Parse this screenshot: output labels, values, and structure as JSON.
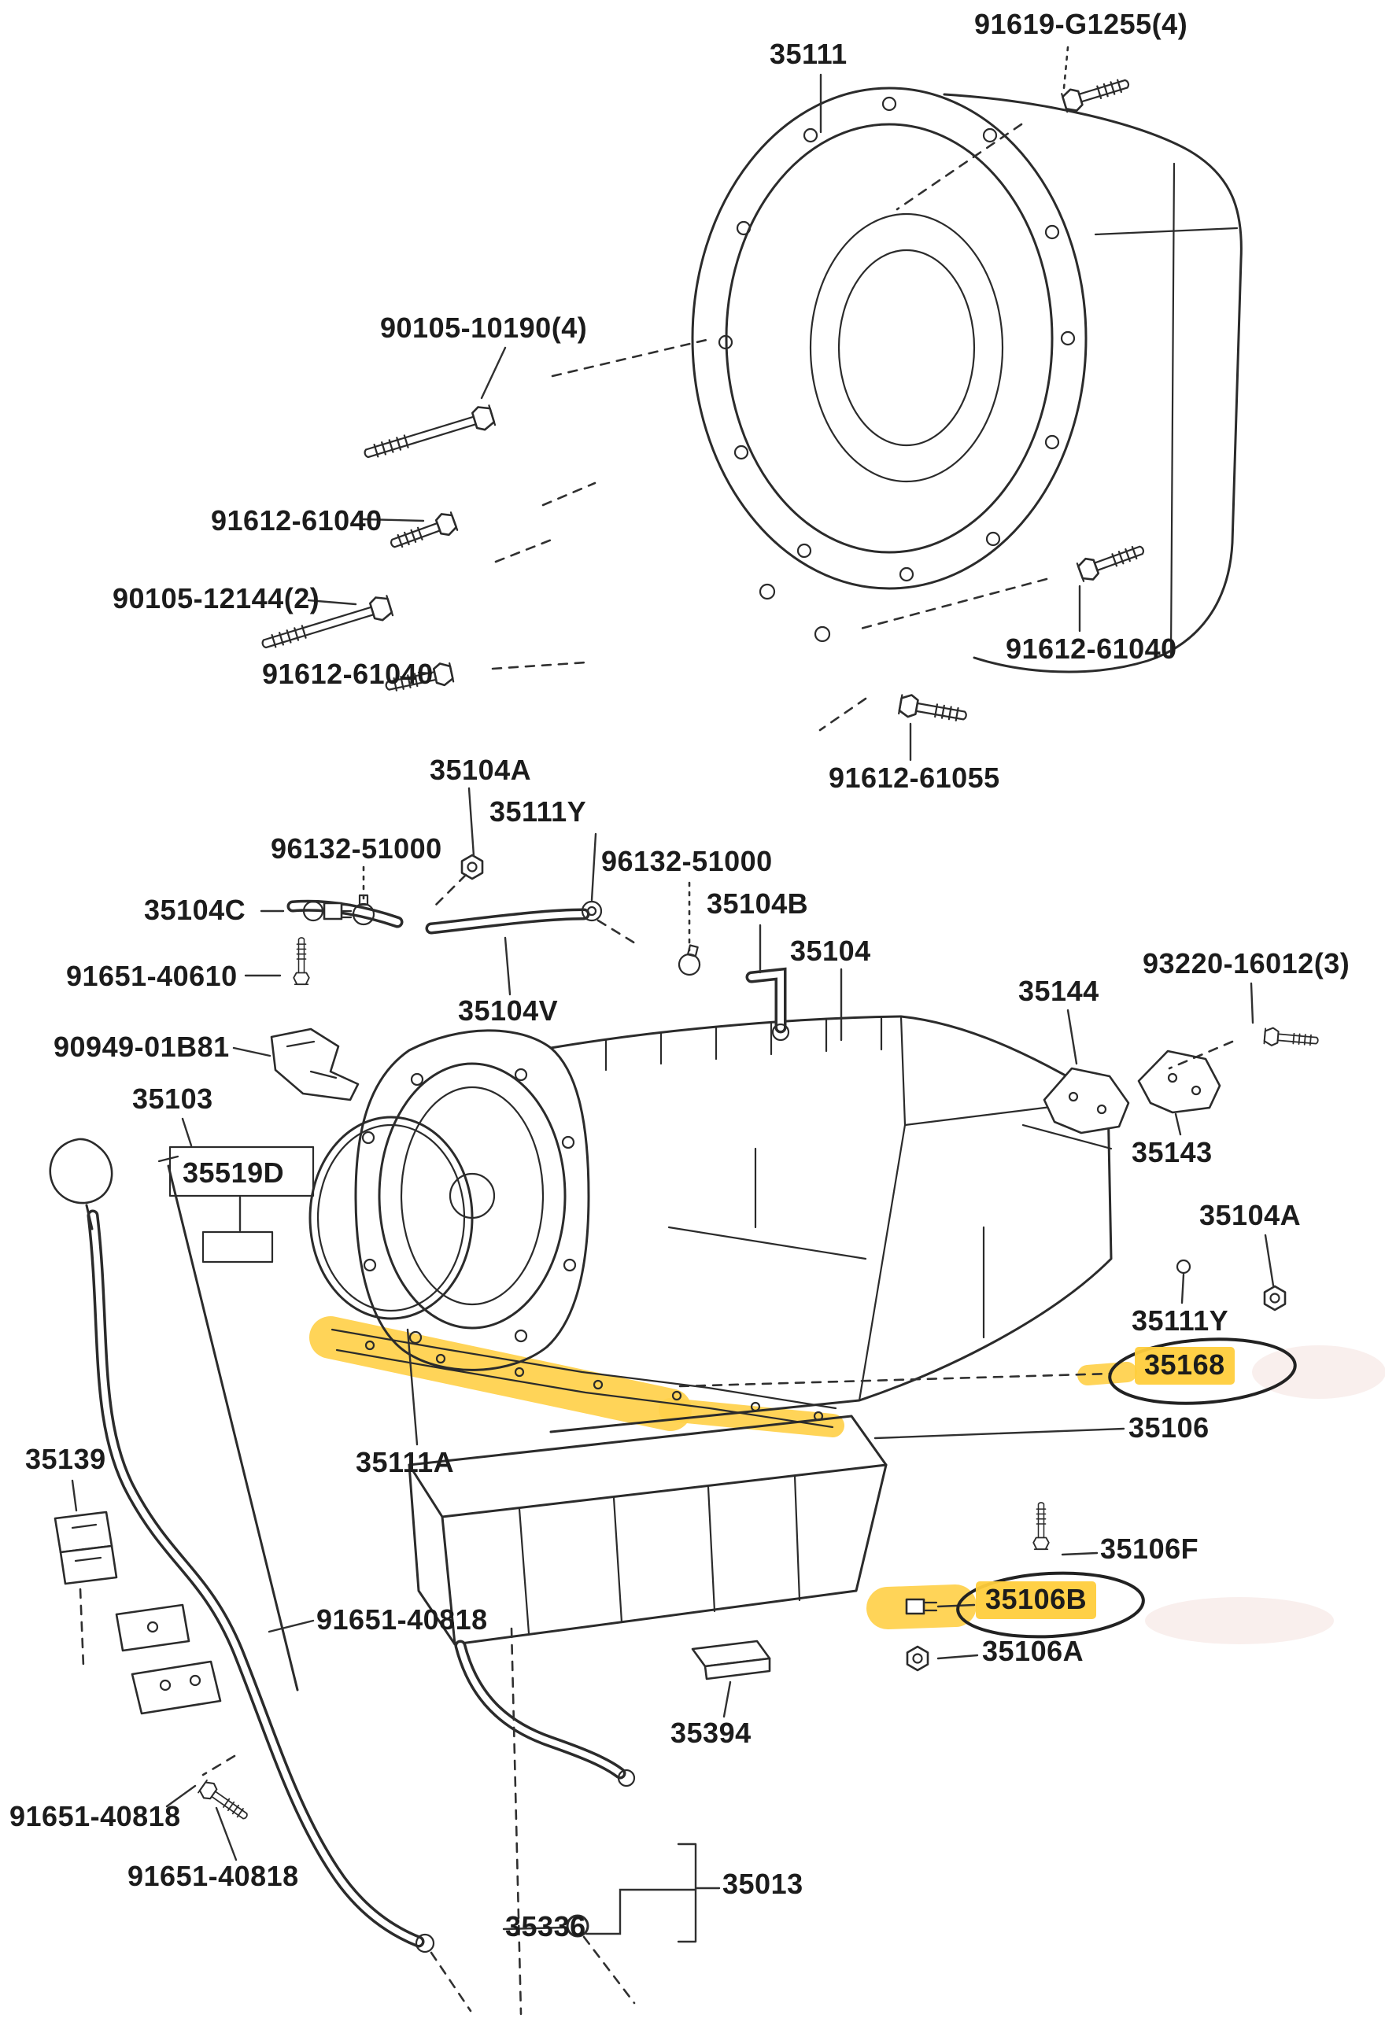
{
  "diagram": {
    "type": "exploded-parts-diagram",
    "subject": "Automatic transmission case, extension housing and oil pan",
    "background_color": "#ffffff",
    "line_color": "#2b2b2b",
    "text_color": "#1c1c1c",
    "highlight_color": "#ffd04a",
    "smudge_color": "#f6e7e3"
  },
  "annotations": {
    "highlighted_parts": [
      "35168",
      "35106B"
    ],
    "circled_parts": [
      "35168",
      "35106B"
    ],
    "highlighted_gasket_band": "along oil-pan flange gasket"
  },
  "labels": [
    {
      "text": "35111",
      "highlight": false
    },
    {
      "text": "91619-G1255(4)",
      "highlight": false
    },
    {
      "text": "90105-10190(4)",
      "highlight": false
    },
    {
      "text": "91612-61040",
      "highlight": false
    },
    {
      "text": "90105-12144(2)",
      "highlight": false
    },
    {
      "text": "91612-61040",
      "highlight": false
    },
    {
      "text": "91612-61040",
      "highlight": false
    },
    {
      "text": "91612-61055",
      "highlight": false
    },
    {
      "text": "35104A",
      "highlight": false
    },
    {
      "text": "35111Y",
      "highlight": false
    },
    {
      "text": "96132-51000",
      "highlight": false
    },
    {
      "text": "35104C",
      "highlight": false
    },
    {
      "text": "96132-51000",
      "highlight": false
    },
    {
      "text": "35104B",
      "highlight": false
    },
    {
      "text": "35104",
      "highlight": false
    },
    {
      "text": "91651-40610",
      "highlight": false
    },
    {
      "text": "90949-01B81",
      "highlight": false
    },
    {
      "text": "35104V",
      "highlight": false
    },
    {
      "text": "35103",
      "highlight": false
    },
    {
      "text": "35519D",
      "highlight": false
    },
    {
      "text": "35144",
      "highlight": false
    },
    {
      "text": "93220-16012(3)",
      "highlight": false
    },
    {
      "text": "35143",
      "highlight": false
    },
    {
      "text": "35104A",
      "highlight": false
    },
    {
      "text": "35111Y",
      "highlight": false
    },
    {
      "text": "35168",
      "highlight": true
    },
    {
      "text": "35106",
      "highlight": false
    },
    {
      "text": "35139",
      "highlight": false
    },
    {
      "text": "35111A",
      "highlight": false
    },
    {
      "text": "91651-40818",
      "highlight": false
    },
    {
      "text": "35106F",
      "highlight": false
    },
    {
      "text": "35106B",
      "highlight": true
    },
    {
      "text": "35106A",
      "highlight": false
    },
    {
      "text": "35394",
      "highlight": false
    },
    {
      "text": "91651-40818",
      "highlight": false
    },
    {
      "text": "91651-40818",
      "highlight": false
    },
    {
      "text": "35336",
      "highlight": false
    },
    {
      "text": "35013",
      "highlight": false
    }
  ]
}
